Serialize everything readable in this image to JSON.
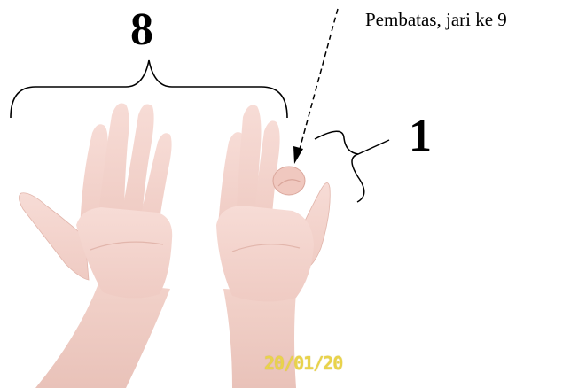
{
  "labels": {
    "left_count": "8",
    "right_count": "1",
    "separator_caption": "Pembatas, jari ke 9"
  },
  "photo": {
    "date_stamp": "20/01/20",
    "date_stamp_color": "#e9d34a",
    "skin_color": "#f4d6cf"
  }
}
